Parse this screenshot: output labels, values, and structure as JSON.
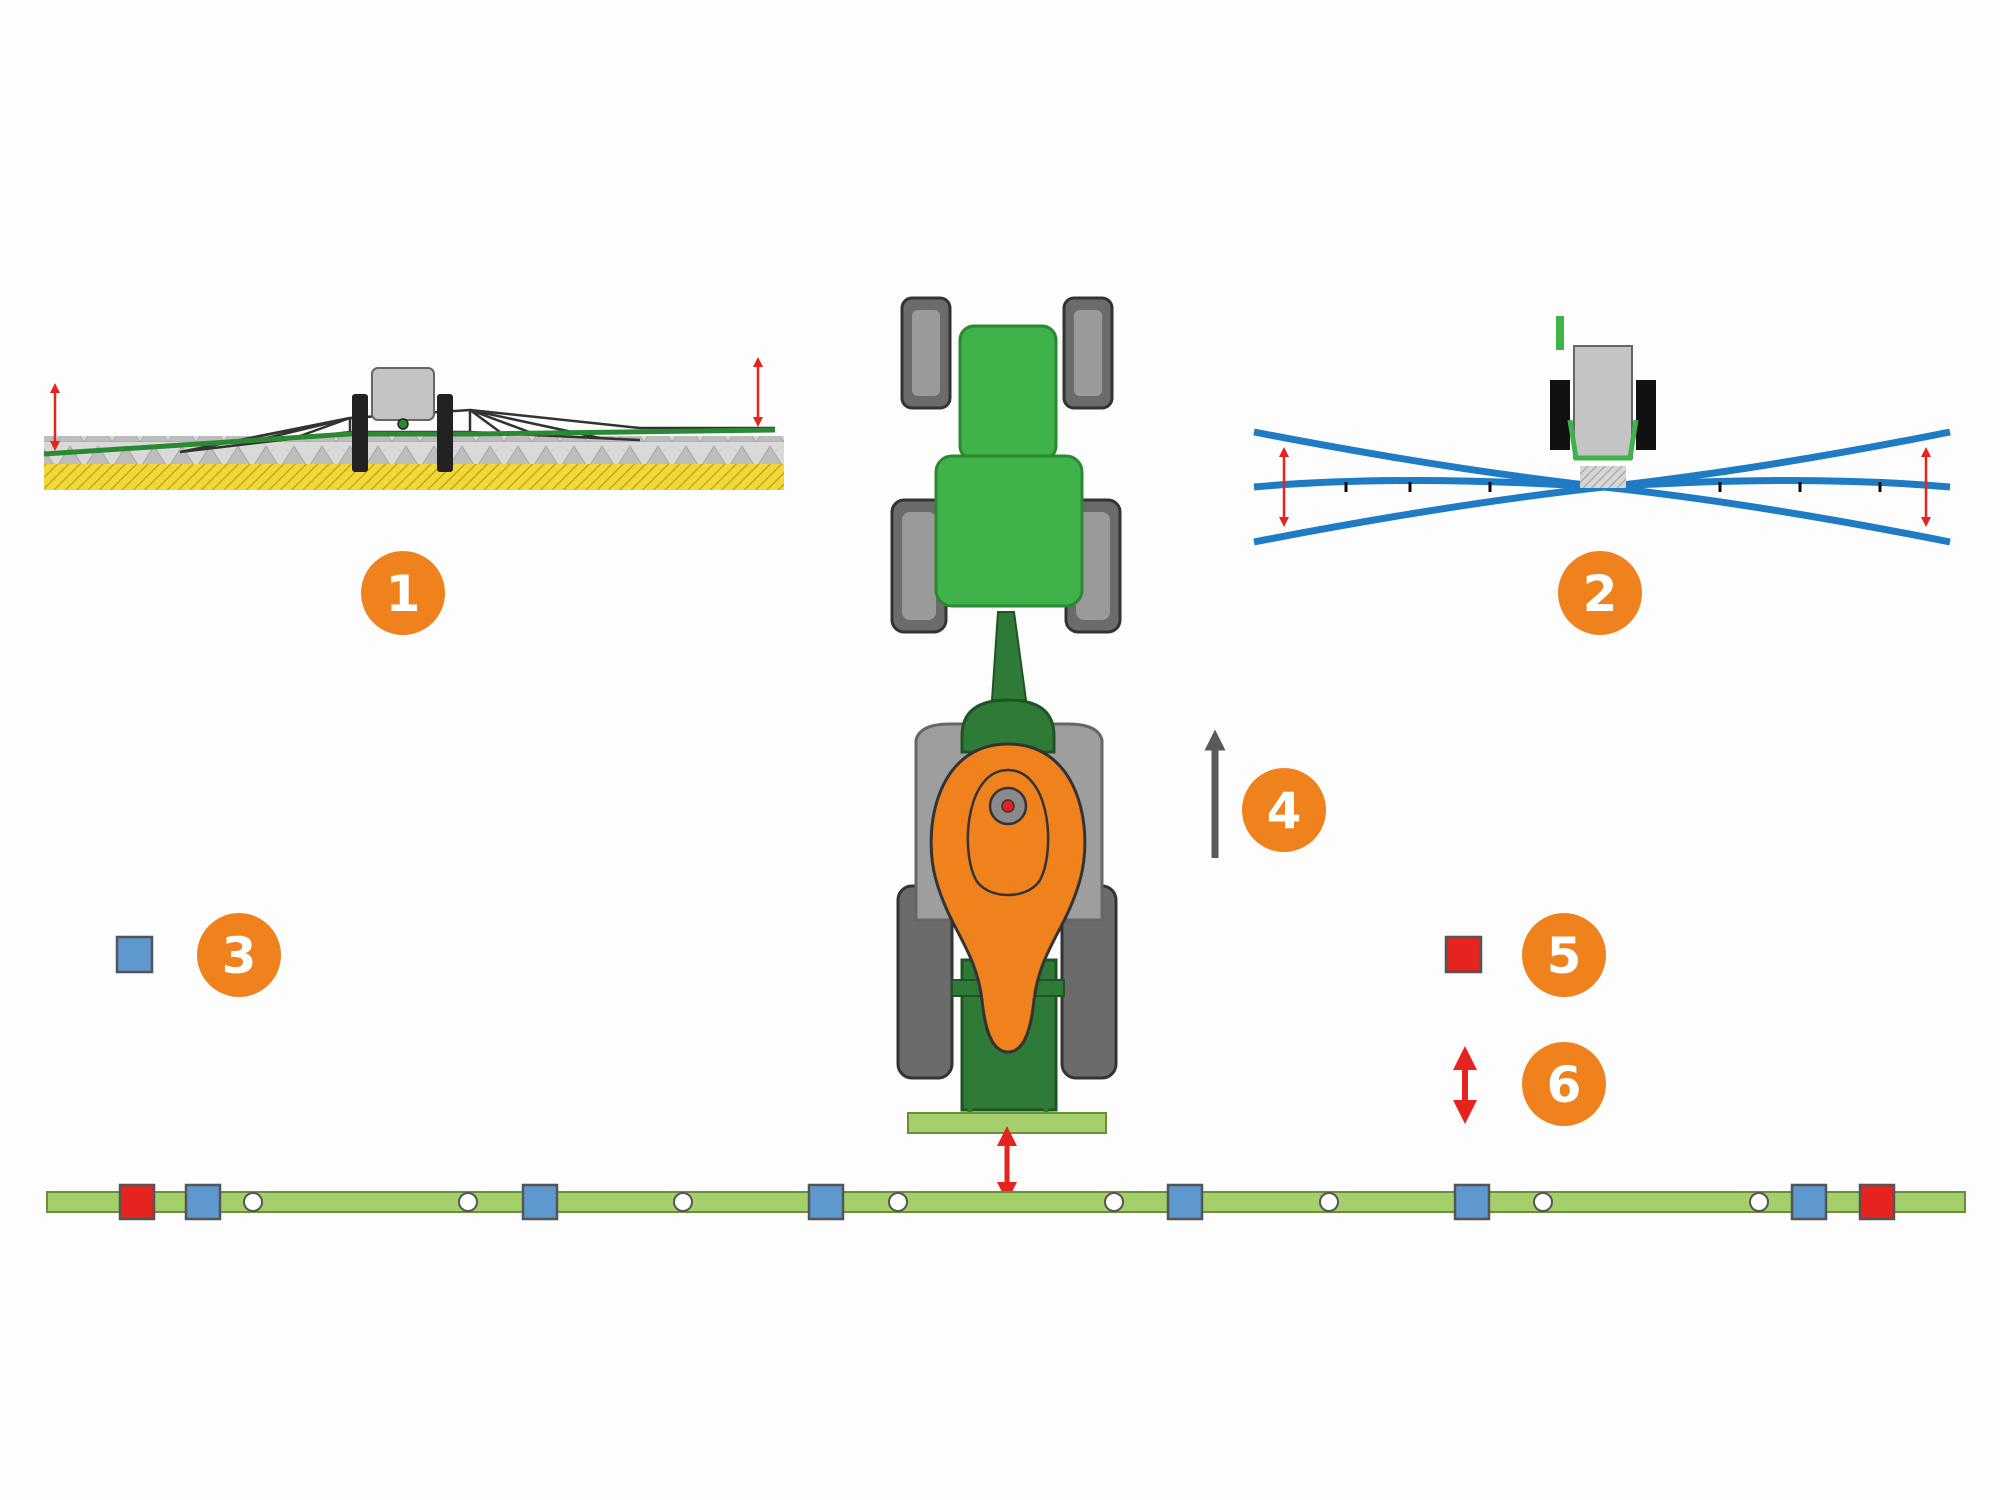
{
  "colors": {
    "background": "#fdfdfd",
    "orange": "#f0821e",
    "tractor_green": "#3fb34a",
    "tractor_green_dark": "#2a8a32",
    "sprayer_dark_green": "#2f7a36",
    "boom_light_green": "#a5cf6a",
    "boom_blue": "#1e7bc4",
    "sensor_blue": "#5f98cf",
    "sensor_red": "#e5231f",
    "arrow_red": "#e5231f",
    "arrow_gray": "#5a5a5a",
    "tire": "#6b6b6b",
    "rim": "#9a9a9a",
    "soil_yellow": "#f2d93a"
  },
  "badges": [
    {
      "id": "1",
      "label": "1"
    },
    {
      "id": "2",
      "label": "2"
    },
    {
      "id": "3",
      "label": "3"
    },
    {
      "id": "4",
      "label": "4"
    },
    {
      "id": "5",
      "label": "5"
    },
    {
      "id": "6",
      "label": "6"
    }
  ],
  "legend": {
    "item_3": {
      "symbol": "blue-square-sensor",
      "color": "#5f98cf"
    },
    "item_4": {
      "symbol": "driving-direction-arrow"
    },
    "item_5": {
      "symbol": "red-square-sensor",
      "color": "#e5231f"
    },
    "item_6": {
      "symbol": "vertical-double-arrow"
    }
  },
  "boom_sensors": [
    "red",
    "blue",
    "nozzle",
    "nozzle",
    "blue",
    "nozzle",
    "blue",
    "nozzle",
    "nozzle",
    "blue",
    "nozzle",
    "blue",
    "nozzle",
    "nozzle",
    "blue",
    "red"
  ]
}
